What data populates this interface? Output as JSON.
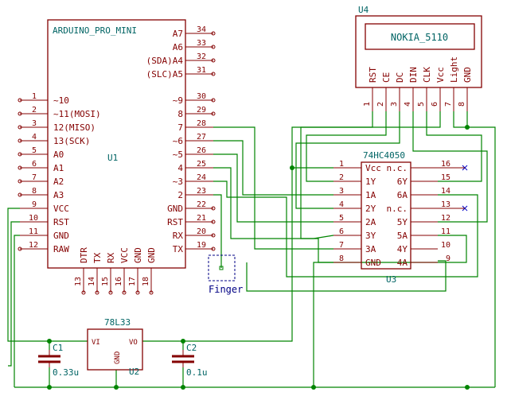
{
  "u1": {
    "value": "ARDUINO_PRO_MINI",
    "ref": "U1",
    "left_pins": [
      {
        "num": "1",
        "name": "~10"
      },
      {
        "num": "2",
        "name": "~11(MOSI)"
      },
      {
        "num": "3",
        "name": "12(MISO)"
      },
      {
        "num": "4",
        "name": "13(SCK)"
      },
      {
        "num": "5",
        "name": "A0"
      },
      {
        "num": "6",
        "name": "A1"
      },
      {
        "num": "7",
        "name": "A2"
      },
      {
        "num": "8",
        "name": "A3"
      },
      {
        "num": "9",
        "name": "VCC"
      },
      {
        "num": "10",
        "name": "RST"
      },
      {
        "num": "11",
        "name": "GND"
      },
      {
        "num": "12",
        "name": "RAW"
      }
    ],
    "right_top_pins": [
      {
        "num": "34",
        "name": "A7"
      },
      {
        "num": "33",
        "name": "A6"
      },
      {
        "num": "32",
        "name": "(SDA)A4"
      },
      {
        "num": "31",
        "name": "(SLC)A5"
      }
    ],
    "right_pins": [
      {
        "num": "30",
        "name": "~9"
      },
      {
        "num": "29",
        "name": "8"
      },
      {
        "num": "28",
        "name": "7"
      },
      {
        "num": "27",
        "name": "~6"
      },
      {
        "num": "26",
        "name": "~5"
      },
      {
        "num": "25",
        "name": "4"
      },
      {
        "num": "24",
        "name": "~3"
      },
      {
        "num": "23",
        "name": "2"
      },
      {
        "num": "22",
        "name": "GND"
      },
      {
        "num": "21",
        "name": "RST"
      },
      {
        "num": "20",
        "name": "RX"
      },
      {
        "num": "19",
        "name": "TX"
      }
    ],
    "bottom_pins": [
      {
        "num": "13",
        "name": "DTR"
      },
      {
        "num": "14",
        "name": "TX"
      },
      {
        "num": "15",
        "name": "RX"
      },
      {
        "num": "16",
        "name": "VCC"
      },
      {
        "num": "17",
        "name": "GND"
      },
      {
        "num": "18",
        "name": "GND"
      }
    ]
  },
  "u4": {
    "ref": "U4",
    "value": "NOKIA_5110",
    "pins": [
      {
        "num": "1",
        "name": "RST"
      },
      {
        "num": "2",
        "name": "CE"
      },
      {
        "num": "3",
        "name": "DC"
      },
      {
        "num": "4",
        "name": "DIN"
      },
      {
        "num": "5",
        "name": "CLK"
      },
      {
        "num": "6",
        "name": "Vcc"
      },
      {
        "num": "7",
        "name": "Light"
      },
      {
        "num": "8",
        "name": "GND"
      }
    ]
  },
  "u3": {
    "value": "74HC4050",
    "ref": "U3",
    "left_pins": [
      {
        "num": "1",
        "name": "Vcc"
      },
      {
        "num": "2",
        "name": "1Y"
      },
      {
        "num": "3",
        "name": "1A"
      },
      {
        "num": "4",
        "name": "2Y"
      },
      {
        "num": "5",
        "name": "2A"
      },
      {
        "num": "6",
        "name": "3Y"
      },
      {
        "num": "7",
        "name": "3A"
      },
      {
        "num": "8",
        "name": "GND"
      }
    ],
    "right_pins": [
      {
        "num": "16",
        "name": "n.c."
      },
      {
        "num": "15",
        "name": "6Y"
      },
      {
        "num": "14",
        "name": "6A"
      },
      {
        "num": "13",
        "name": "n.c."
      },
      {
        "num": "12",
        "name": "5Y"
      },
      {
        "num": "11",
        "name": "5A"
      },
      {
        "num": "10",
        "name": "4Y"
      },
      {
        "num": "9",
        "name": "4A"
      }
    ]
  },
  "u2": {
    "value": "78L33",
    "ref": "U2",
    "vi": "VI",
    "vo": "VO",
    "gnd": "GND"
  },
  "c1": {
    "ref": "C1",
    "value": "0.33u"
  },
  "c2": {
    "ref": "C2",
    "value": "0.1u"
  },
  "finger": {
    "label": "Finger"
  },
  "colors": {
    "component": "#840000",
    "wire": "#008400",
    "reference_text": "#006464",
    "no_connect": "#0000c8",
    "finger_pad": "#000084"
  }
}
